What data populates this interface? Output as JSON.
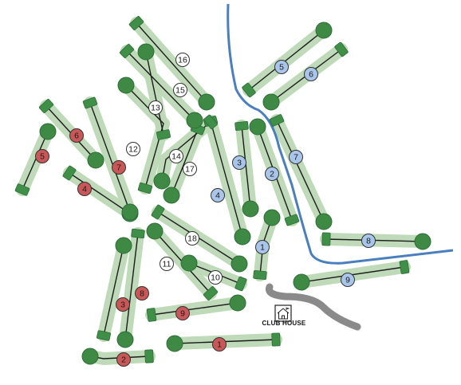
{
  "map": {
    "club_house_label": "CLUB HOUSE",
    "colors": {
      "fairway": "#bcd8b4",
      "green": "#3e8a45",
      "green_stroke": "#2e6d35",
      "tee": "#3f8f48",
      "river": "#4a7fbf",
      "road": "#8a8a8a",
      "marker_blue": "#a9c6ea",
      "marker_red": "#c95757",
      "marker_white": "#ffffff"
    },
    "icons": [
      "house-icon",
      "flag-icon"
    ],
    "holes": [
      {
        "label": "1",
        "marker_color": "blue",
        "course": "blue"
      },
      {
        "label": "2",
        "marker_color": "blue",
        "course": "blue"
      },
      {
        "label": "3",
        "marker_color": "blue",
        "course": "blue"
      },
      {
        "label": "4",
        "marker_color": "blue",
        "course": "blue"
      },
      {
        "label": "5",
        "marker_color": "blue",
        "course": "blue"
      },
      {
        "label": "6",
        "marker_color": "blue",
        "course": "blue"
      },
      {
        "label": "7",
        "marker_color": "blue",
        "course": "blue"
      },
      {
        "label": "8",
        "marker_color": "blue",
        "course": "blue"
      },
      {
        "label": "9",
        "marker_color": "blue",
        "course": "blue"
      },
      {
        "label": "10",
        "marker_color": "white",
        "course": "white"
      },
      {
        "label": "11",
        "marker_color": "white",
        "course": "white"
      },
      {
        "label": "12",
        "marker_color": "white",
        "course": "white"
      },
      {
        "label": "13",
        "marker_color": "white",
        "course": "white"
      },
      {
        "label": "14",
        "marker_color": "white",
        "course": "white"
      },
      {
        "label": "15",
        "marker_color": "white",
        "course": "white"
      },
      {
        "label": "16",
        "marker_color": "white",
        "course": "white"
      },
      {
        "label": "17",
        "marker_color": "white",
        "course": "white"
      },
      {
        "label": "18",
        "marker_color": "white",
        "course": "white"
      },
      {
        "label": "1",
        "marker_color": "red",
        "course": "red"
      },
      {
        "label": "2",
        "marker_color": "red",
        "course": "red"
      },
      {
        "label": "3",
        "marker_color": "red",
        "course": "red"
      },
      {
        "label": "4",
        "marker_color": "red",
        "course": "red"
      },
      {
        "label": "5",
        "marker_color": "red",
        "course": "red"
      },
      {
        "label": "6",
        "marker_color": "red",
        "course": "red"
      },
      {
        "label": "7",
        "marker_color": "red",
        "course": "red"
      },
      {
        "label": "8",
        "marker_color": "red",
        "course": "red"
      },
      {
        "label": "9",
        "marker_color": "red",
        "course": "red"
      }
    ]
  }
}
